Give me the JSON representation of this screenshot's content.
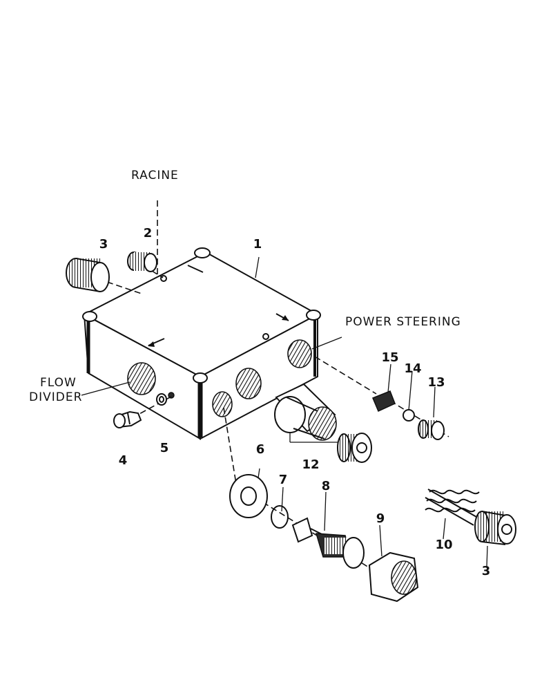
{
  "labels": {
    "racine": "RACINE",
    "power_steering": "POWER STEERING",
    "flow_line1": "FLOW",
    "flow_line2": "DIVIDER"
  },
  "callouts": [
    "1",
    "2",
    "3",
    "3",
    "4",
    "5",
    "6",
    "7",
    "8",
    "9",
    "10",
    "12",
    "13",
    "14",
    "15"
  ]
}
